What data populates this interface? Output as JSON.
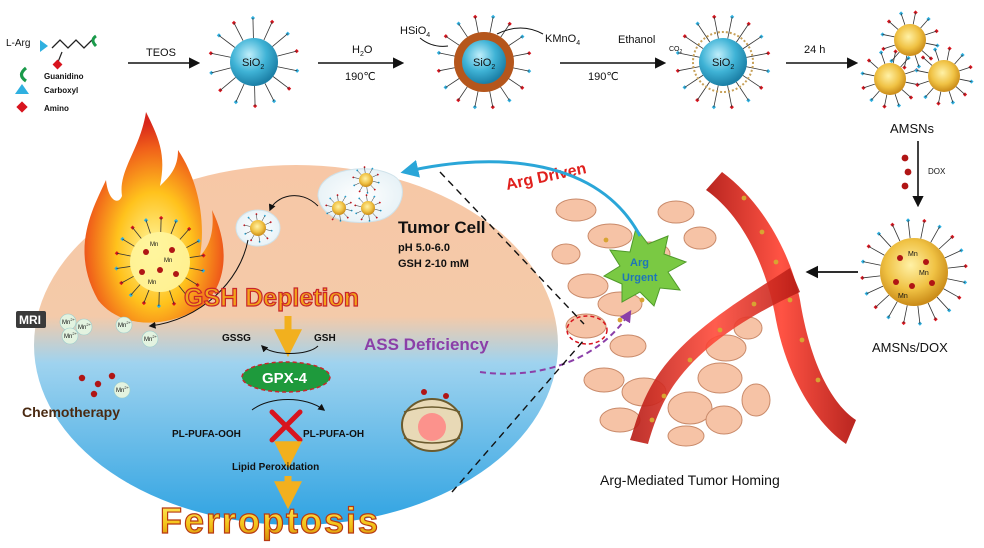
{
  "legend": {
    "l_arg": "L-Arg",
    "guanidino": "Guanidino",
    "carboxyl": "Carboxyl",
    "amino": "Amino"
  },
  "synthesis": {
    "teos": "TEOS",
    "sio2_label": "SiO",
    "sio2_sub": "2",
    "h2o_main": "H",
    "h2o_sub": "2",
    "h2o_tail": "O",
    "temp_190": "190℃",
    "hsio4_main": "HSiO",
    "hsio4_sub": "4",
    "kmno4_main": "KMnO",
    "kmno4_sub": "4",
    "ethanol": "Ethanol",
    "co2_main": "CO",
    "co2_sub": "2",
    "time_24h": "24 h",
    "amsns": "AMSNs",
    "dox": "DOX",
    "amsns_dox": "AMSNs/DOX",
    "mn": "Mn"
  },
  "cell": {
    "title": "Tumor Cell",
    "ph": "pH 5.0-6.0",
    "gsh_range": "GSH 2-10 mM",
    "gsh_depletion": "GSH Depletion",
    "gssg": "GSSG",
    "gsh": "GSH",
    "gpx4": "GPX-4",
    "pl_pufa_ooh": "PL-PUFA-OOH",
    "pl_pufa_oh": "PL-PUFA-OH",
    "lipid_peroxidation": "Lipid Peroxidation",
    "ferroptosis": "Ferroptosis",
    "mri": "MRI",
    "chemotherapy": "Chemotherapy",
    "ass_deficiency": "ASS Deficiency",
    "mn2": "Mn",
    "mn2_sup": "2+"
  },
  "homing": {
    "arg_driven": "Arg Driven",
    "arg_urgent_1": "Arg",
    "arg_urgent_2": "Urgent",
    "caption": "Arg-Mediated Tumor Homing"
  },
  "colors": {
    "silica": "#3fb3d6",
    "mno2_shell": "#b5561c",
    "gold_np": "#e8b530",
    "gsh_depletion": "#f2a31b",
    "gpx4_fill": "#1e9a3c",
    "ass_deficiency": "#8b3fa8",
    "arg_driven": "#e0201d",
    "arg_arrow": "#2aa6d8",
    "urgent_star": "#7ac943",
    "vessel": "#e32a22",
    "ferroptosis": "#f4c318"
  }
}
